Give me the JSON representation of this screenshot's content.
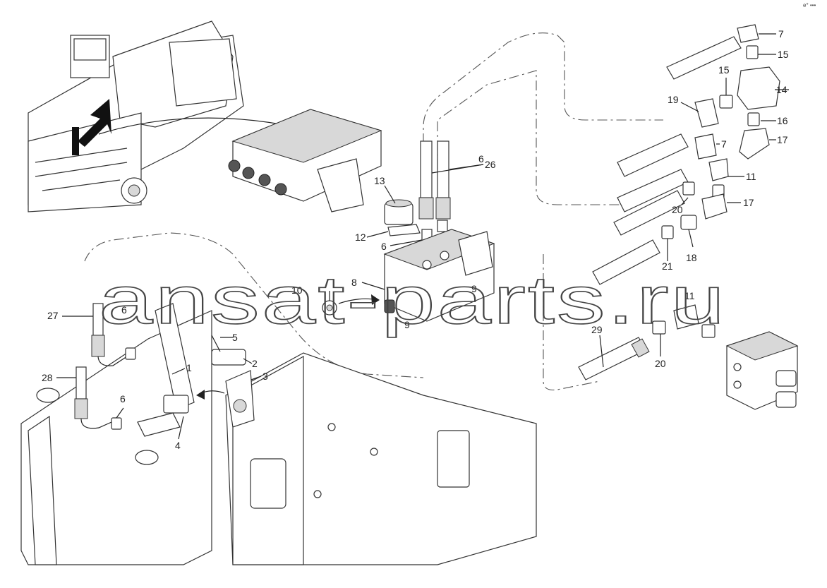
{
  "watermark": "ansat-parts.ru",
  "corner_mark": "e° •••",
  "callouts": [
    "1",
    "2",
    "3",
    "4",
    "5",
    "6",
    "6",
    "6",
    "6",
    "7",
    "7",
    "8",
    "9",
    "9",
    "10",
    "11",
    "11",
    "12",
    "13",
    "14",
    "15",
    "15",
    "16",
    "17",
    "17",
    "18",
    "19",
    "20",
    "20",
    "21",
    "26",
    "27",
    "28",
    "29"
  ],
  "icons": {
    "indicator_arrow": "black-pointer-arrow",
    "transfer_arrow": "curved-arrow"
  }
}
